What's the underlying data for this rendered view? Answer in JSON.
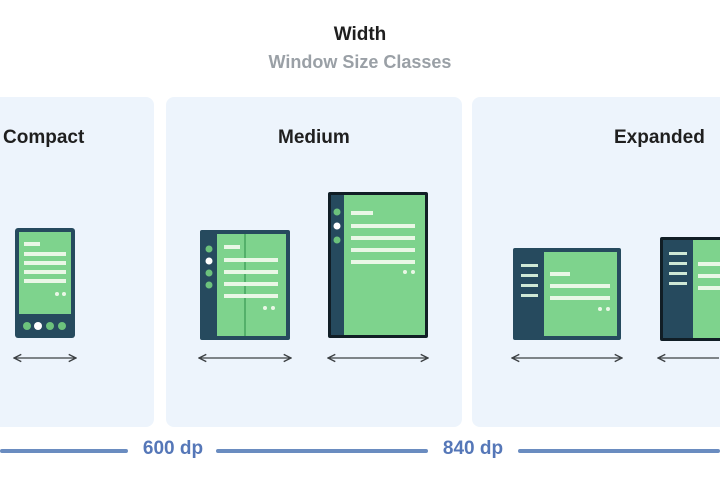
{
  "header": {
    "title": "Width",
    "subtitle": "Window Size Classes"
  },
  "classes": [
    {
      "label": "Compact"
    },
    {
      "label": "Medium"
    },
    {
      "label": "Expanded"
    }
  ],
  "breakpoints": [
    {
      "label": "600 dp"
    },
    {
      "label": "840 dp"
    }
  ],
  "colors": {
    "panel": "#edf4fc",
    "device_frame": "#264a5e",
    "screen_green": "#7ed38d",
    "content_line": "#eaf7e6",
    "nav_dot": "#6cc27c",
    "axis": "#6a8cc0",
    "breakpoint_text": "#5577b8"
  }
}
